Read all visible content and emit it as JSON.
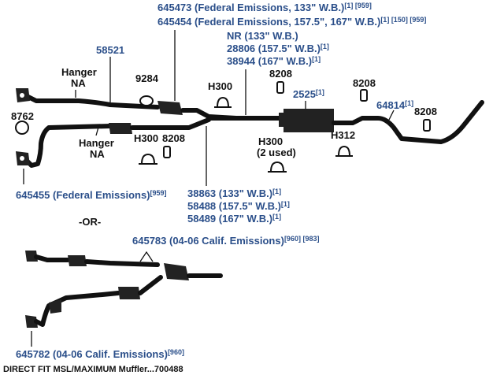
{
  "labels": {
    "p645473": {
      "main": "645473 (Federal Emissions, 133\" W.B.)",
      "sup": "[1] [959]"
    },
    "p645454": {
      "main": "645454 (Federal Emissions, 157.5\", 167\" W.B.)",
      "sup": "[1] [150] [959]"
    },
    "p58521": "58521",
    "nr": "NR (133\" W.B.)",
    "p28806": {
      "main": "28806 (157.5\" W.B.)",
      "sup": "[1]"
    },
    "p38944": {
      "main": "38944 (167\" W.B.)",
      "sup": "[1]"
    },
    "hanger_na_top_1": "Hanger",
    "hanger_na_top_2": "NA",
    "p9284": "9284",
    "h300_top": "H300",
    "p8208_a": "8208",
    "p8208_b": "8208",
    "p8208_c": "8208",
    "p8208_d": "8208",
    "p2525": {
      "main": "2525",
      "sup": "[1]"
    },
    "p64814": {
      "main": "64814",
      "sup": "[1]"
    },
    "p8762": "8762",
    "hanger_na_mid_1": "Hanger",
    "hanger_na_mid_2": "NA",
    "h300_mid": "H300",
    "h300_used_1": "H300",
    "h300_used_2": "(2 used)",
    "h312": "H312",
    "p645455": {
      "main": "645455 (Federal Emissions)",
      "sup": "[959]"
    },
    "p38863": {
      "main": "38863 (133\" W.B.)",
      "sup": "[1]"
    },
    "p58488": {
      "main": "58488 (157.5\" W.B.)",
      "sup": "[1]"
    },
    "p58489": {
      "main": "58489 (167\" W.B.)",
      "sup": "[1]"
    },
    "or": "-OR-",
    "p645783": {
      "main": "645783 (04-06 Calif. Emissions)",
      "sup": "[960] [983]"
    },
    "p645782": {
      "main": "645782 (04-06 Calif. Emissions)",
      "sup": "[960]"
    },
    "footer": "DIRECT FIT MSL/MAXIMUM Muffler...700488"
  }
}
